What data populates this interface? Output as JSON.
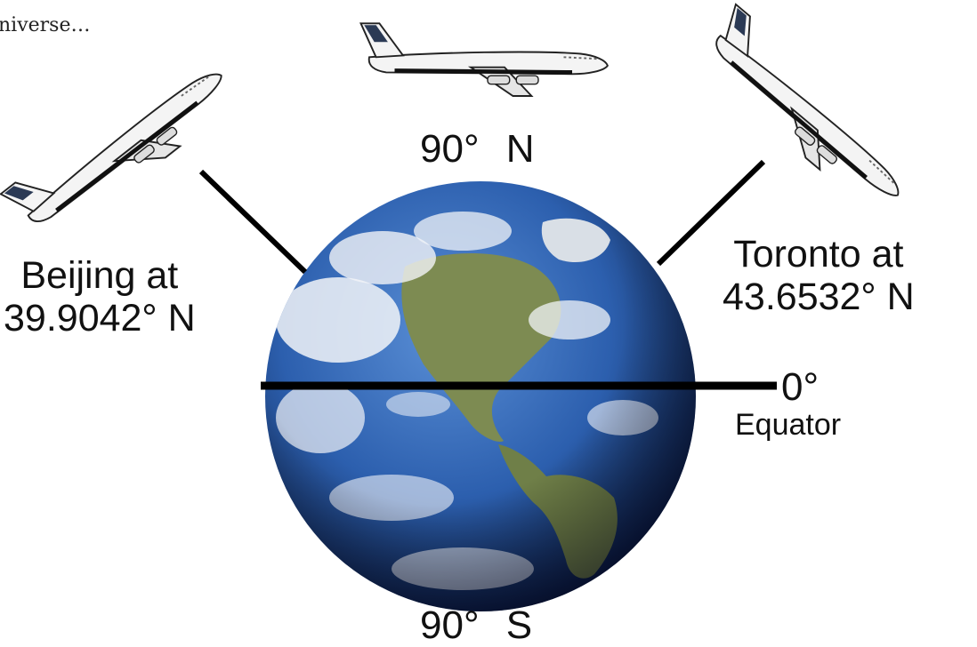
{
  "caption": "niverse…",
  "north_pole": {
    "degrees": "90°",
    "direction": "N"
  },
  "south_pole": {
    "degrees": "90°",
    "direction": "S"
  },
  "beijing": {
    "line1": "Beijing at",
    "line2": "39.9042° N"
  },
  "toronto": {
    "line1": "Toronto at",
    "line2": "43.6532° N"
  },
  "equator": {
    "degrees": "0°",
    "label": "Equator"
  },
  "colors": {
    "ocean": "#2c5fae",
    "ocean_dark": "#0b1a3d",
    "land": "#7d8b52",
    "cloud": "#f2f4f8",
    "line": "#000000",
    "plane_body": "#f4f4f4",
    "plane_outline": "#222222"
  }
}
